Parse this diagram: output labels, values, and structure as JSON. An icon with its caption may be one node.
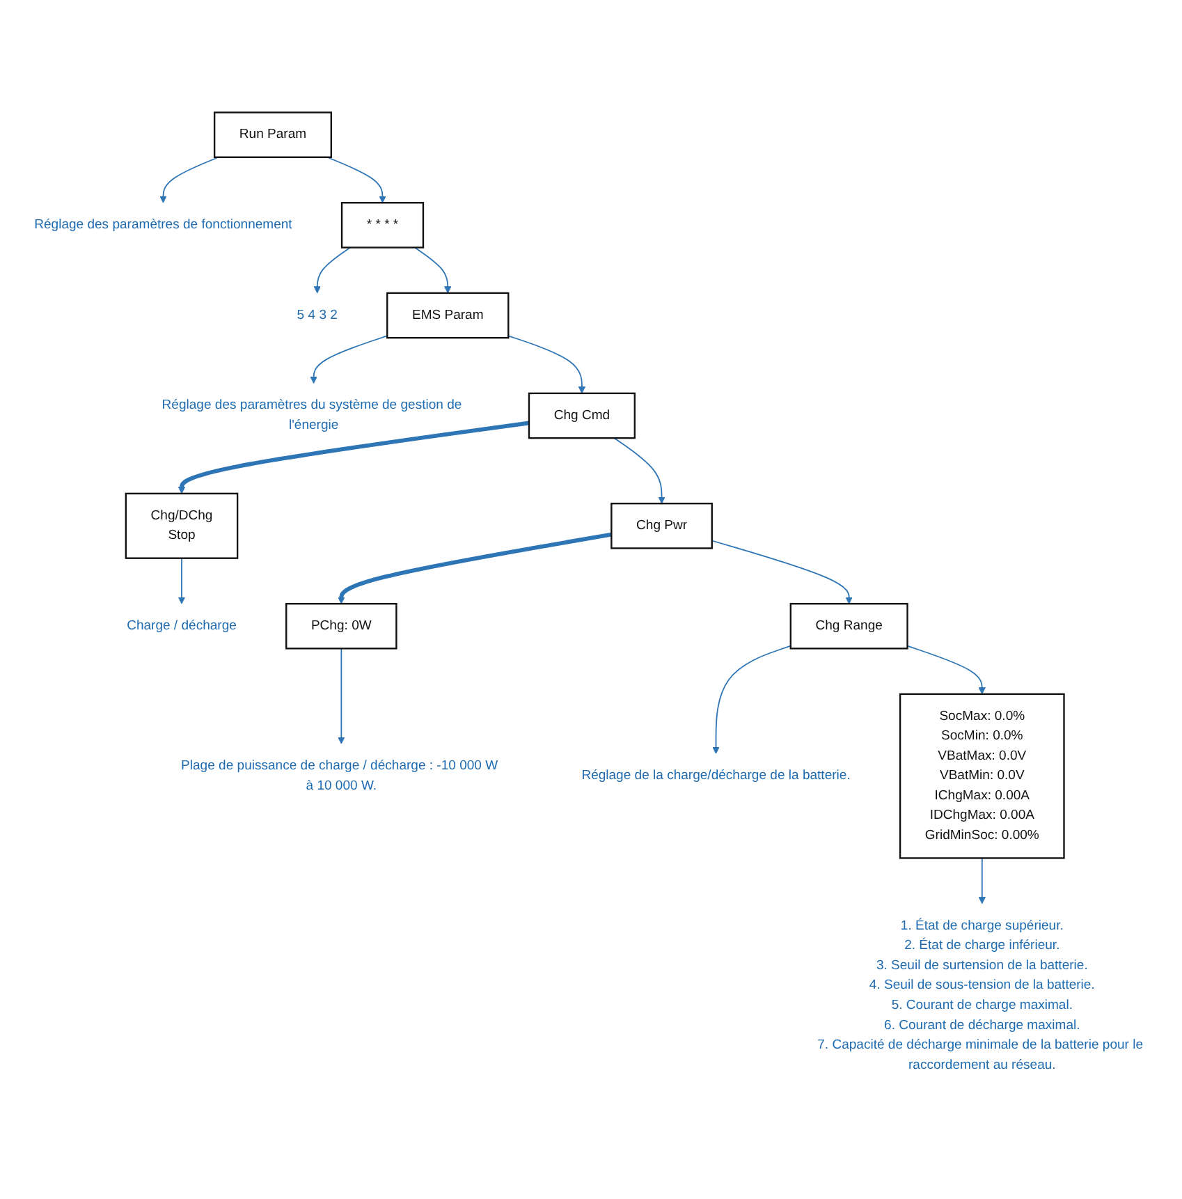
{
  "diagram": {
    "nodes": [
      {
        "text": [
          "Run Param"
        ]
      },
      {
        "text": [
          "Réglage des paramètres de fonctionnement"
        ]
      },
      {
        "text": [
          "* * * *"
        ]
      },
      {
        "text": [
          "5 4 3 2"
        ]
      },
      {
        "text": [
          "EMS Param"
        ]
      },
      {
        "text": [
          "Réglage des paramètres du système de gestion de l'énergie"
        ]
      },
      {
        "text": [
          "Chg Cmd"
        ]
      },
      {
        "text": [
          "Chg/DChg",
          "Stop"
        ]
      },
      {
        "text": [
          "Charge / décharge"
        ]
      },
      {
        "text": [
          "Chg Pwr"
        ]
      },
      {
        "text": [
          "PChg: 0W"
        ]
      },
      {
        "text": [
          "Plage de puissance de charge / décharge : -10 000 W à 10 000 W."
        ]
      },
      {
        "text": [
          "Chg Range"
        ]
      },
      {
        "text": [
          "Réglage de la charge/décharge de la batterie."
        ]
      },
      {
        "text": [
          "SocMax: 0.0%",
          "SocMin: 0.0%",
          "VBatMax: 0.0V",
          "VBatMin: 0.0V",
          "IChgMax: 0.00A",
          "IDChgMax: 0.00A",
          "GridMinSoc: 0.00%"
        ]
      },
      {
        "text": [
          "1. État de charge supérieur.",
          "2. État de charge inférieur.",
          "3. Seuil de surtension de la batterie.",
          "4. Seuil de sous-tension de la batterie.",
          "5. Courant de charge maximal.",
          "6. Courant de décharge maximal.",
          "7. Capacité de décharge minimale de la batterie pour le raccordement au réseau."
        ]
      }
    ],
    "edges": [
      {
        "from": 0,
        "to": 1,
        "arrow": "to"
      },
      {
        "from": 0,
        "to": 2,
        "arrow": "to"
      },
      {
        "from": 2,
        "to": 3,
        "arrow": "to"
      },
      {
        "from": 2,
        "to": 4,
        "arrow": "to"
      },
      {
        "from": 4,
        "to": 5,
        "arrow": "to"
      },
      {
        "from": 4,
        "to": 6,
        "arrow": "to"
      },
      {
        "from": 6,
        "to": 7,
        "arrow": "to",
        "style": "thick"
      },
      {
        "from": 7,
        "to": 8,
        "arrow": "to"
      },
      {
        "from": 6,
        "to": 9,
        "arrow": "to"
      },
      {
        "from": 9,
        "to": 10,
        "arrow": "to",
        "style": "thick"
      },
      {
        "from": 10,
        "to": 11,
        "arrow": "to"
      },
      {
        "from": 9,
        "to": 12,
        "arrow": "to"
      },
      {
        "from": 12,
        "to": 13,
        "arrow": "to"
      },
      {
        "from": 12,
        "to": 14,
        "arrow": "to"
      },
      {
        "from": 14,
        "to": 15,
        "arrow": "to"
      }
    ]
  }
}
